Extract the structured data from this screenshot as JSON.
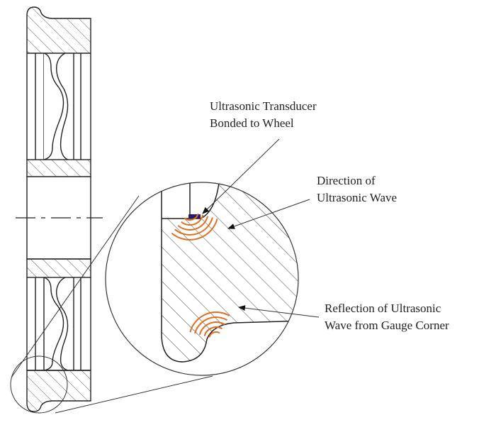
{
  "labels": {
    "transducer": [
      "Ultrasonic Transducer",
      "Bonded to Wheel"
    ],
    "direction": [
      "Direction of",
      "Ultrasonic Wave"
    ],
    "reflection": [
      "Reflection of  Ultrasonic",
      "Wave from Gauge Corner"
    ]
  },
  "colors": {
    "outline": "#222222",
    "hatch": "#333333",
    "wave": "#e07020",
    "transducer": "#2a1a6e"
  }
}
